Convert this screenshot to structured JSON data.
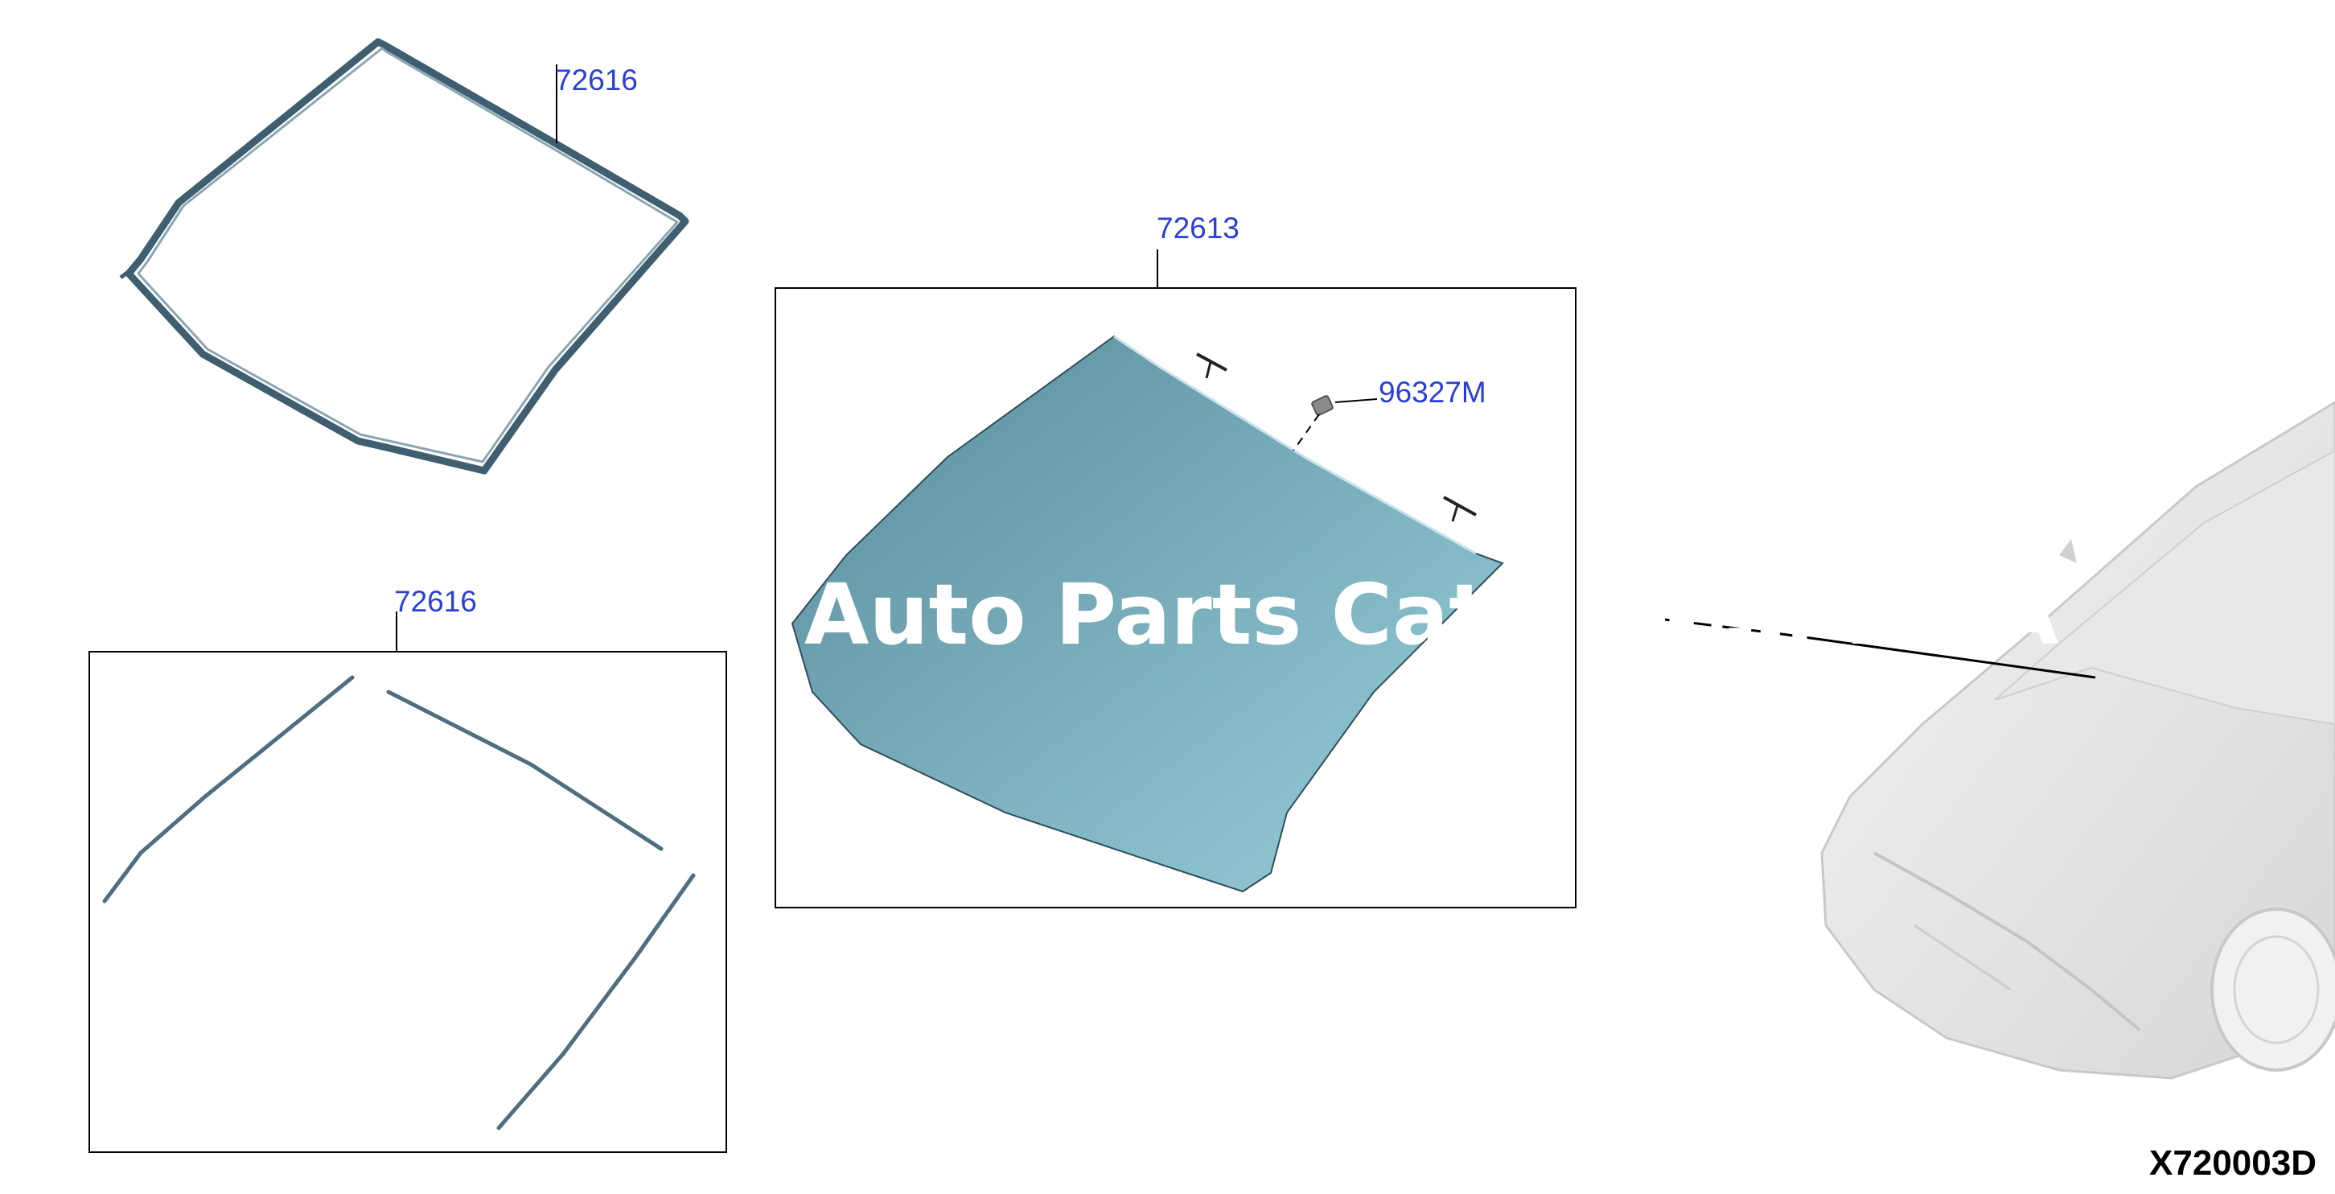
{
  "diagram": {
    "callouts": {
      "seal_main": "72616",
      "molding_set": "72616",
      "windshield": "72613",
      "sensor": "96327M"
    },
    "watermark": "Auto Parts Catalog ... E.SA",
    "figure_code": "X720003D"
  },
  "colors": {
    "callout_text": "#2a3fd6",
    "glass_dark": "#5a8c9b",
    "glass_light": "#98cfdb",
    "seal": "#4f6f80"
  }
}
